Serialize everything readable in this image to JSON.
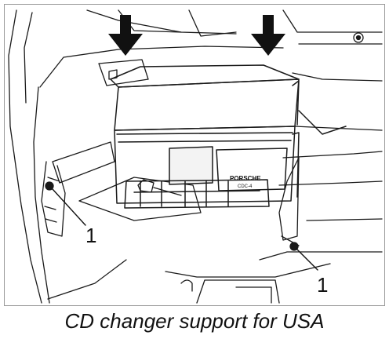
{
  "figure": {
    "callouts": [
      {
        "label": "1"
      },
      {
        "label": "1"
      }
    ],
    "unit_brand_text": "PORSCHE",
    "unit_model_text": "CDC-4"
  },
  "caption": "CD changer support for USA"
}
